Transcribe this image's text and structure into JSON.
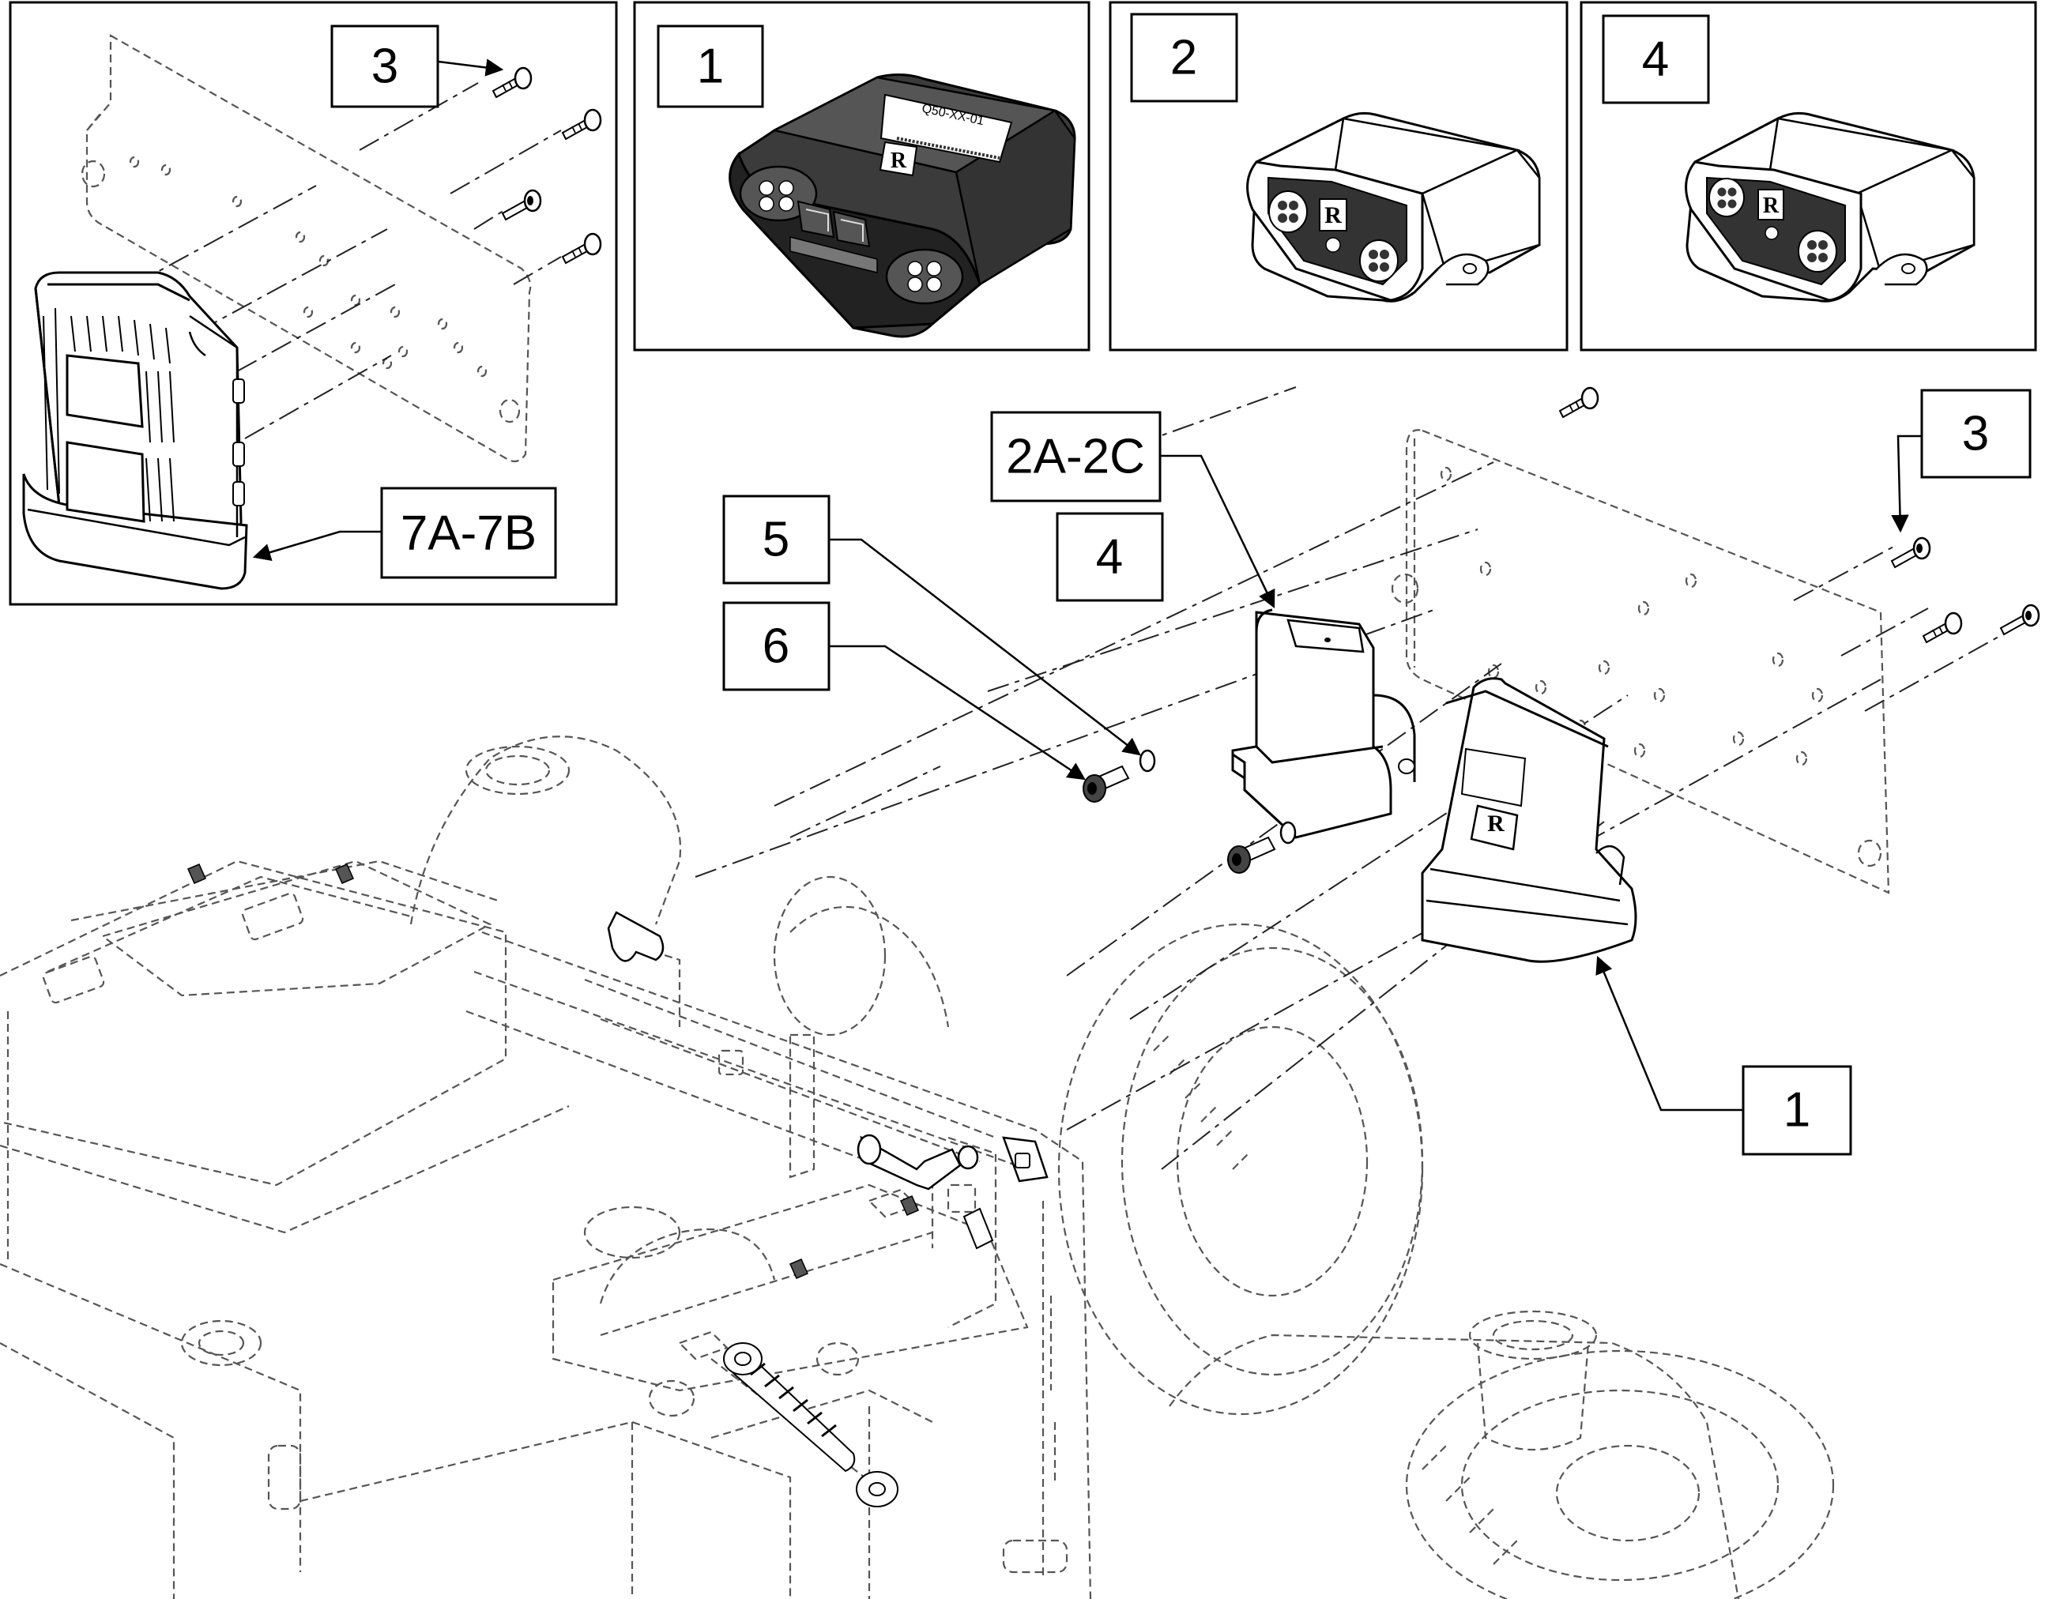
{
  "callouts": {
    "inset_screws": "3",
    "inset_module": "7A-7B",
    "detail_1": "1",
    "detail_2": "2",
    "detail_4": "4",
    "bracket_2a2c": "2A-2C",
    "alt_4": "4",
    "washer": "5",
    "screw": "6",
    "main_screws": "3",
    "main_module": "1"
  },
  "label_text": {
    "module_1_label": "Q50-XX-01",
    "logo_letter": "R"
  },
  "colors": {
    "outline": "#000000",
    "ghost_outline": "#555555",
    "module_dark": "#3b3b3b",
    "background": "#ffffff"
  }
}
